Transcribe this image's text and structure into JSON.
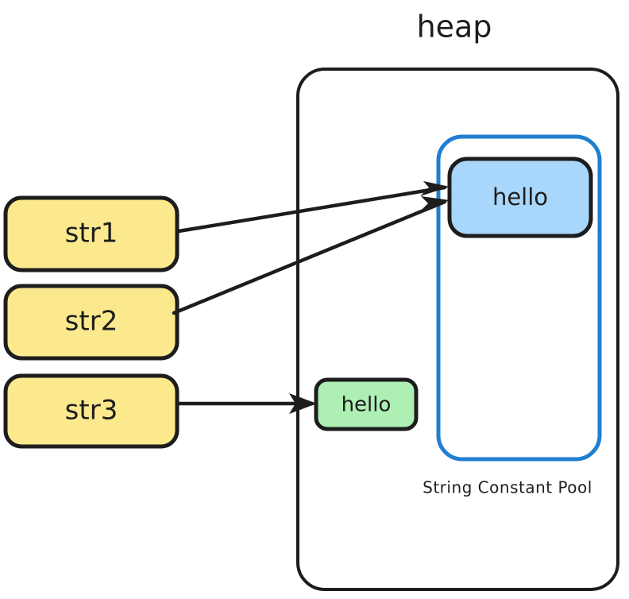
{
  "diagram": {
    "title": "heap",
    "background_color": "#ffffff",
    "stroke_color": "#1d1d1d",
    "colors": {
      "variable_fill": "#fce98d",
      "pooled_string_fill": "#a8d7fb",
      "heap_string_fill": "#aeefb4",
      "pool_outline": "#1f7fd0",
      "heap_outline": "#1d1d1d"
    },
    "variables": [
      {
        "id": "str1",
        "label": "str1"
      },
      {
        "id": "str2",
        "label": "str2"
      },
      {
        "id": "str3",
        "label": "str3"
      }
    ],
    "heap": {
      "label": "heap",
      "objects": [
        {
          "id": "heap-string",
          "label": "hello",
          "fill": "#aeefb4"
        }
      ],
      "pool": {
        "label": "String Constant Pool",
        "outline_color": "#1f7fd0",
        "entries": [
          {
            "id": "pool-string",
            "label": "hello",
            "fill": "#a8d7fb"
          }
        ]
      }
    },
    "edges": [
      {
        "from": "str1",
        "to": "pool-string"
      },
      {
        "from": "str2",
        "to": "pool-string"
      },
      {
        "from": "str3",
        "to": "heap-string"
      }
    ]
  }
}
